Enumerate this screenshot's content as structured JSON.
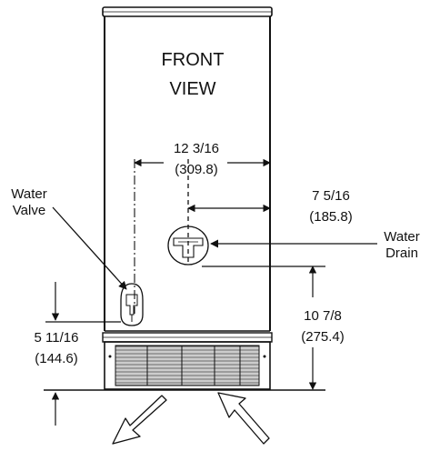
{
  "title": {
    "line1": "FRONT",
    "line2": "VIEW"
  },
  "labels": {
    "water_valve_line1": "Water",
    "water_valve_line2": "Valve",
    "water_drain_line1": "Water",
    "water_drain_line2": "Drain"
  },
  "dimensions": {
    "valve_to_drain": {
      "imperial": "12 3/16",
      "metric": "(309.8)"
    },
    "drain_to_right": {
      "imperial": "7 5/16",
      "metric": "(185.8)"
    },
    "drain_height": {
      "imperial": "10 7/8",
      "metric": "(275.4)"
    },
    "valve_height": {
      "imperial": "5 11/16",
      "metric": "(144.6)"
    }
  },
  "colors": {
    "line": "#111111",
    "background": "#ffffff"
  }
}
